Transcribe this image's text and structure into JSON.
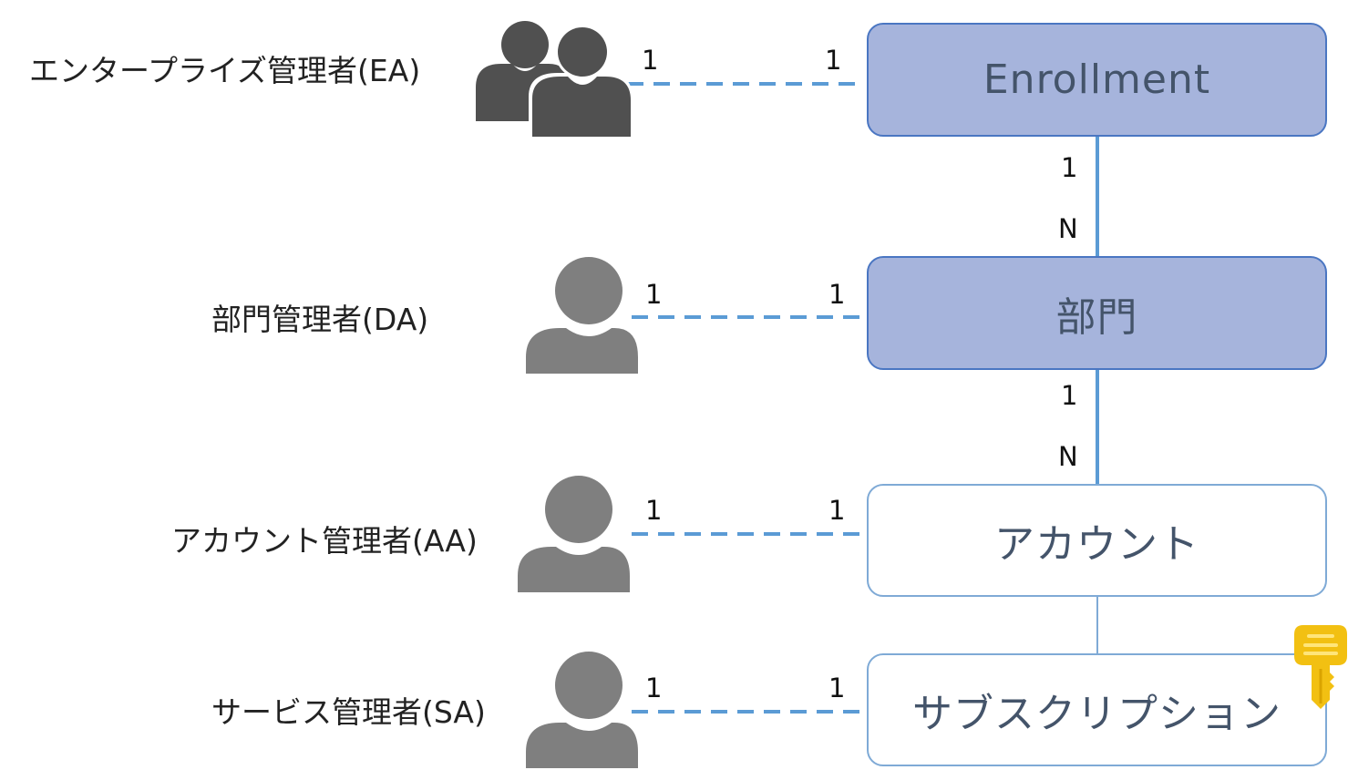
{
  "roles": [
    {
      "label": "エンタープライズ管理者(EA)",
      "icon": "people-group-icon",
      "left_card": "1",
      "right_card": "1"
    },
    {
      "label": "部門管理者(DA)",
      "icon": "person-icon",
      "left_card": "1",
      "right_card": "1"
    },
    {
      "label": "アカウント管理者(AA)",
      "icon": "person-icon",
      "left_card": "1",
      "right_card": "1"
    },
    {
      "label": "サービス管理者(SA)",
      "icon": "person-icon",
      "left_card": "1",
      "right_card": "1"
    }
  ],
  "entities": [
    {
      "label": "Enrollment",
      "style": "filled"
    },
    {
      "label": "部門",
      "style": "filled"
    },
    {
      "label": "アカウント",
      "style": "plain"
    },
    {
      "label": "サブスクリプション",
      "style": "plain",
      "badge": "key-icon"
    }
  ],
  "relations": [
    {
      "from": "Enrollment",
      "to": "部門",
      "top_card": "1",
      "bottom_card": "N"
    },
    {
      "from": "部門",
      "to": "アカウント",
      "top_card": "1",
      "bottom_card": "N"
    },
    {
      "from": "アカウント",
      "to": "サブスクリプション",
      "top_card": "",
      "bottom_card": ""
    }
  ],
  "colors": {
    "filled_box": "#a6b4dc",
    "filled_border": "#4a76c2",
    "plain_border": "#7faad6",
    "connector": "#5b9bd5",
    "dashed_link": "#5b9bd5",
    "person_dark": "#505050",
    "person_gray": "#7f7f7f",
    "key": "#f2c012"
  }
}
